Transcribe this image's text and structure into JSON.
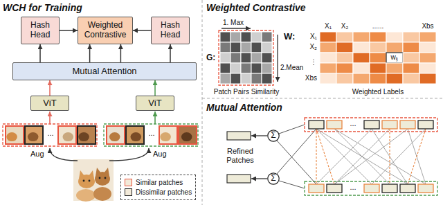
{
  "diagram": {
    "nodes": [
      {
        "text": [
          "Hash Head"
        ]
      },
      {
        "text": [
          "Weighted Contrastive"
        ]
      },
      {
        "text": [
          "Hash Head"
        ]
      },
      {
        "text": [
          "Mutual Attention"
        ]
      },
      {
        "text": [
          "ViT"
        ]
      },
      {
        "text": [
          "ViT"
        ]
      },
      {
        "text": [
          "Σ"
        ]
      },
      {
        "text": [
          "Σ"
        ]
      }
    ],
    "edges": [
      {
        "from": 4,
        "to": 3,
        "arrow": "to"
      },
      {
        "from": 5,
        "to": 3,
        "arrow": "to"
      },
      {
        "from": 3,
        "to": 0,
        "arrow": "to"
      },
      {
        "from": 3,
        "to": 2,
        "arrow": "to"
      },
      {
        "from": 3,
        "to": 1,
        "arrow": "to"
      },
      {
        "from": 3,
        "to": 1,
        "arrow": "to"
      },
      {
        "from": 0,
        "to": 1,
        "arrow": "to"
      },
      {
        "from": 2,
        "to": 1,
        "arrow": "to"
      }
    ],
    "labels": [
      "WCH for Training",
      "Aug",
      "Aug",
      "...",
      "...",
      "Weighted Contrastive",
      "1. Max",
      "G:",
      "2.Mean",
      "Patch Pairs Similarity",
      "W:",
      "X₁",
      "X₂",
      "......",
      "Xbs",
      "X₁",
      "X₂",
      "⋮",
      "Xbs",
      "wᵢⱼ",
      "Weighted Labels",
      "Mutual Attention",
      "...",
      "...",
      "Refined Patches"
    ],
    "legend": [
      {
        "text": "Similar patches"
      },
      {
        "text": "Dissimilar patches"
      }
    ]
  }
}
